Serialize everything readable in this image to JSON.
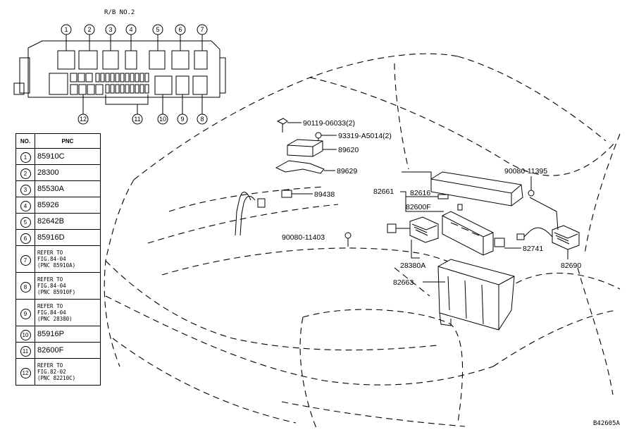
{
  "relay_block_title": "R/B NO.2",
  "sheet_id": "B42605A",
  "table": {
    "headers": [
      "NO.",
      "PNC"
    ],
    "rows": [
      {
        "no": "1",
        "pnc": "85910C",
        "multi": false
      },
      {
        "no": "2",
        "pnc": "28300",
        "multi": false
      },
      {
        "no": "3",
        "pnc": "85530A",
        "multi": false
      },
      {
        "no": "4",
        "pnc": "85926",
        "multi": false
      },
      {
        "no": "5",
        "pnc": "82642B",
        "multi": false
      },
      {
        "no": "6",
        "pnc": "85916D",
        "multi": false
      },
      {
        "no": "7",
        "pnc": "REFER TO\nFIG.84-04\n(PNC 85910A)",
        "multi": true
      },
      {
        "no": "8",
        "pnc": "REFER TO\nFIG.84-04\n(PNC 85910F)",
        "multi": true
      },
      {
        "no": "9",
        "pnc": "REFER TO\nFIG.84-04\n(PNC 28380)",
        "multi": true
      },
      {
        "no": "10",
        "pnc": "85916P",
        "multi": false
      },
      {
        "no": "11",
        "pnc": "82600F",
        "multi": false
      },
      {
        "no": "12",
        "pnc": "REFER TO\nFIG.82-02\n(PNC 82210C)",
        "multi": true
      }
    ]
  },
  "callouts_top": [
    "1",
    "2",
    "3",
    "4",
    "5",
    "6",
    "7"
  ],
  "callouts_bottom": [
    "12",
    "11",
    "10",
    "9",
    "8"
  ],
  "part_labels": {
    "p90119": "90119-06033(2)",
    "p93319": "93319-A5014(2)",
    "p89620": "89620",
    "p89629": "89629",
    "p89438": "89438",
    "p90080_11395": "90080-11395",
    "p82661": "82661",
    "p82616": "82616",
    "p82600F": "82600F",
    "p90080_11403": "90080-11403",
    "p82741": "82741",
    "p28380A": "28380A",
    "p82690": "82690",
    "p82663": "82663"
  }
}
